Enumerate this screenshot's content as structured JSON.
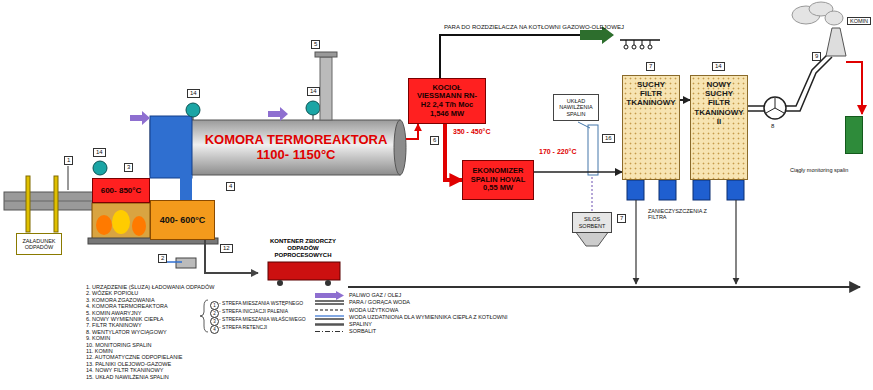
{
  "diagram": {
    "nodes": [
      {
        "text": [
          "KOCIOŁ VIESSMANN RN- H2 2,4 T/h Moc 1,546 MW"
        ]
      },
      {
        "text": [
          "UKŁAD NAWILŻENIA SPALIN"
        ]
      },
      {
        "text": [
          "SUCHY FILTR TKANINOWY"
        ]
      },
      {
        "text": [
          "NOWY SUCHY FILTR TKANINOWY II"
        ]
      },
      {
        "text": [
          "KOMORA TERMOREAKTORA",
          "1100- 1150°C"
        ]
      },
      {
        "text": [
          "EKONOMIZER SPALIN HOVAL",
          "0,55 MW"
        ]
      },
      {
        "text": [
          "SILOS SORBENT"
        ]
      },
      {
        "text": [
          "600- 850°C"
        ]
      },
      {
        "text": [
          "400- 600°C"
        ]
      },
      {
        "text": [
          "ZAŁADUNEK ODPADÓW"
        ]
      },
      {
        "text": [
          "KONTENER ZBIORCZY ODPADÓW POPROCESOWYCH"
        ]
      },
      {
        "text": [
          "Ciągły monitoring spalin"
        ]
      }
    ],
    "edges": [
      {
        "from": 4,
        "to": 0,
        "arrow": "to"
      },
      {
        "from": 0,
        "to": 5,
        "label": "350 - 450°C",
        "arrow": "to"
      },
      {
        "from": 5,
        "to": 2,
        "label": "170 - 220°C",
        "arrow": "to"
      },
      {
        "from": 2,
        "to": 3,
        "arrow": "to"
      },
      {
        "from": 8,
        "to": 4,
        "arrow": "none"
      },
      {
        "from": 8,
        "to": 10,
        "arrow": "to"
      }
    ],
    "labels": [
      "PARA DO ROZDZIELACZA NA KOTŁOWNI GAZOWO-OLEJOWEJ",
      "5",
      "14",
      "14",
      "14",
      "3",
      "1",
      "4",
      "6",
      "16",
      "7",
      "14",
      "7",
      "ZANIECZYSZCZENIA Z FILTRA",
      "8",
      "9",
      "KOMIN",
      "12",
      "2",
      "1. URZĄDZENIE (ŚLUZA) ŁADOWANIA ODPADÓW",
      "2. WÓZEK POPIOŁU",
      "3. KOMORA ZGAZOWANIA",
      "4. KOMORA TERMOREAKTORA",
      "5. KOMIN AWARYJNY",
      "6. NOWY WYMIENNIK CIEPŁA",
      "7. FILTR TKANINOWY",
      "8. WENTYLATOR WYCIĄGOWY",
      "9. KOMIN",
      "10. MONITORING SPALIN",
      "11. KOMIN",
      "12. AUTOMATYCZNE ODPOPIELANIE",
      "13. PALNIKI OLEJOWO-GAZOWE",
      "14. NOWY FILTR TKANINOWY",
      "15. UKŁAD NAWILŻENIA SPALIN",
      "1",
      "2",
      "3",
      "4",
      "- STREFA MIESZANIA WSTĘPNEGO",
      "- STREFA INICJACJI PALENIA",
      "- STREFA MIESZANIA WŁAŚCIWEGO",
      "- STREFA RETENCJI"
    ],
    "legend": [
      {
        "text": "PALIWO GAZ / OLEJ"
      },
      {
        "text": "PARA / GORĄCA WODA"
      },
      {
        "text": "WODA UŻYTKOWA"
      },
      {
        "text": "WODA UZDATNIONA DLA WYMIENNIKA CIEPŁA Z KOTŁOWNI"
      },
      {
        "text": "SPALINY"
      },
      {
        "text": "SORBALIT"
      }
    ]
  }
}
